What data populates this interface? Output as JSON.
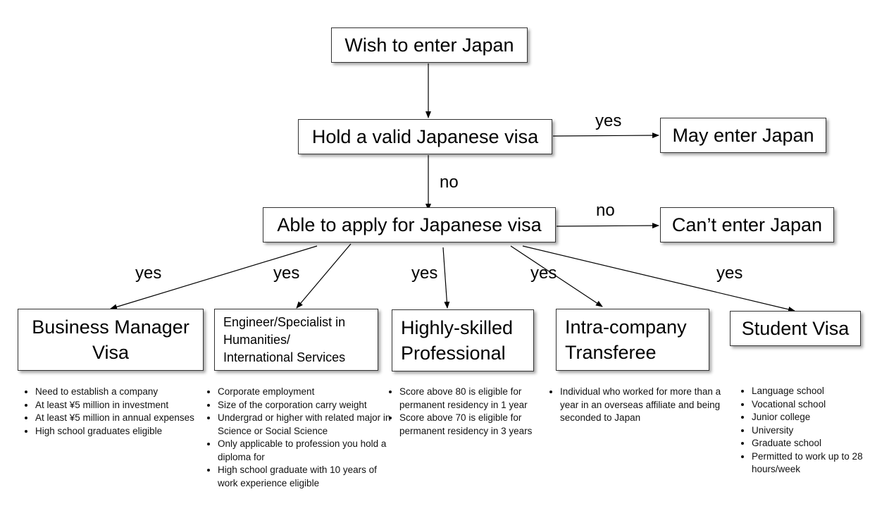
{
  "nodes": {
    "start": "Wish to enter Japan",
    "hold_visa": "Hold a valid Japanese visa",
    "may_enter": "May enter Japan",
    "able_apply": "Able to apply for Japanese visa",
    "cant_enter": "Can’t enter Japan",
    "business": "Business Manager Visa",
    "engineer_line1": "Engineer/Specialist in",
    "engineer_line2": "Humanities/",
    "engineer_line3": "International Services",
    "highly_skilled": "Highly-skilled Professional",
    "intra_company": "Intra-company Transferee",
    "student": "Student Visa"
  },
  "edge_labels": {
    "hold_yes": "yes",
    "hold_no": "no",
    "apply_no": "no",
    "business_yes": "yes",
    "engineer_yes": "yes",
    "highly_yes": "yes",
    "intra_yes": "yes",
    "student_yes": "yes"
  },
  "notes": {
    "business": [
      "Need to establish a company",
      "At least ¥5 million in investment",
      "At least ¥5 million in annual expenses",
      "High school graduates eligible"
    ],
    "engineer": [
      "Corporate employment",
      "Size of the corporation carry weight",
      "Undergrad or higher with related major in Science or Social Science",
      "Only applicable to profession you hold a diploma for",
      "High school graduate with 10 years of work experience eligible"
    ],
    "highly_skilled": [
      "Score above 80 is eligible for permanent residency in 1 year",
      "Score above 70 is eligible for permanent residency in 3 years"
    ],
    "intra_company": [
      "Individual who worked for more than a year in an overseas affiliate and being seconded to Japan"
    ],
    "student": [
      "Language school",
      "Vocational school",
      "Junior college",
      "University",
      "Graduate school",
      "Permitted to work up to 28 hours/week"
    ]
  }
}
